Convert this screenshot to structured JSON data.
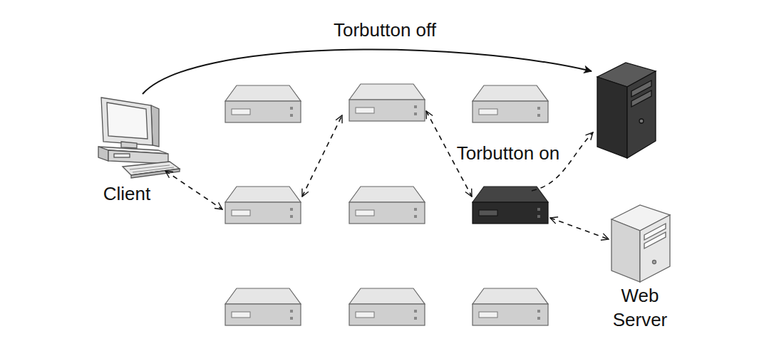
{
  "diagram": {
    "nodes": [
      {
        "text": [
          "Client"
        ]
      },
      {
        "text": [
          "Web Server"
        ]
      }
    ],
    "labels": [
      "Torbutton off",
      "Torbutton on"
    ]
  }
}
